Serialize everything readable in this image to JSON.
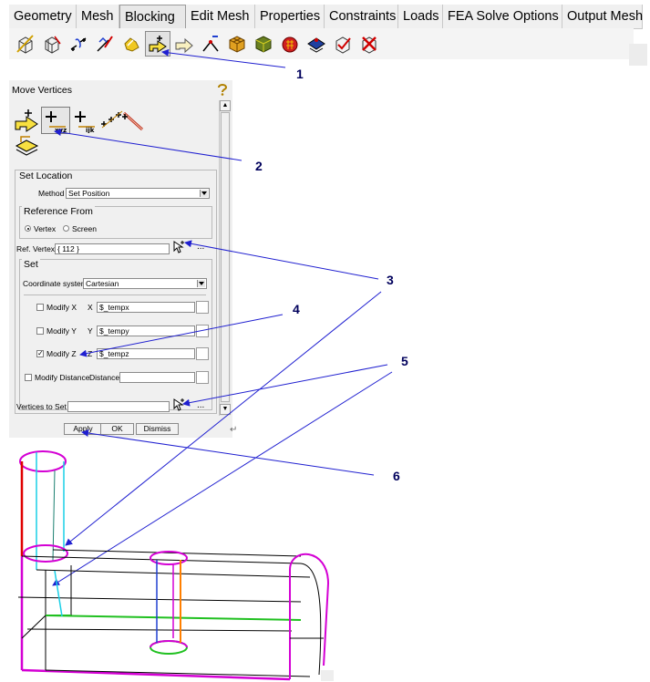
{
  "menu": {
    "tabs": [
      "Geometry",
      "Mesh",
      "Blocking",
      "Edit Mesh",
      "Properties",
      "Constraints",
      "Loads",
      "FEA Solve Options",
      "Output Mesh"
    ],
    "active_tab": "Blocking"
  },
  "toolbar": {
    "icons": [
      "create-block-icon",
      "split-block-icon",
      "merge-vertices-icon",
      "edit-block-icon",
      "associate-icon",
      "move-vertices-icon",
      "transform-blocks-icon",
      "edit-edge-icon",
      "pre-mesh-params-icon",
      "pre-mesh-quality-icon",
      "pre-mesh-smooth-icon",
      "block-checks-icon",
      "delete-block-icon"
    ],
    "pressed_index": 5
  },
  "panel": {
    "title": "Move Vertices",
    "set_location": {
      "label": "Set Location",
      "method_label": "Method",
      "method_value": "Set Position"
    },
    "reference_from": {
      "label": "Reference From",
      "options": [
        "Vertex",
        "Screen"
      ],
      "selected": "Vertex"
    },
    "ref_vertex": {
      "label": "Ref. Vertex",
      "value": "{ 112 }",
      "more": "..."
    },
    "set": {
      "label": "Set",
      "coord_label": "Coordinate system",
      "coord_value": "Cartesian",
      "rows": [
        {
          "check_label": "Modify X",
          "axis": "X",
          "value": "$_tempx",
          "checked": false
        },
        {
          "check_label": "Modify Y",
          "axis": "Y",
          "value": "$_tempy",
          "checked": false
        },
        {
          "check_label": "Modify Z",
          "axis": "Z",
          "value": "$_tempz",
          "checked": true
        }
      ],
      "distance": {
        "check_label": "Modify Distance",
        "label": "Distance",
        "value": ""
      }
    },
    "vertices_to_set": {
      "label": "Vertices to Set",
      "value": "",
      "more": "..."
    },
    "buttons": {
      "apply": "Apply",
      "ok": "OK",
      "dismiss": "Dismiss"
    },
    "mode_icons": [
      "drag-vertex-icon",
      "move-xyz-icon",
      "move-ijk-icon",
      "align-vertices-icon",
      "set-edge-length-icon",
      "move-to-surface-icon"
    ],
    "glyph": "↵"
  },
  "callouts": [
    "1",
    "2",
    "3",
    "4",
    "5",
    "6"
  ],
  "colors": {
    "arrow": "#1f1fd0",
    "callout": "#00005c",
    "magenta": "#d400d4",
    "cyan": "#19cfe6",
    "green": "#20c020",
    "orange": "#ff7f00",
    "red": "#e00000",
    "black": "#000000"
  }
}
